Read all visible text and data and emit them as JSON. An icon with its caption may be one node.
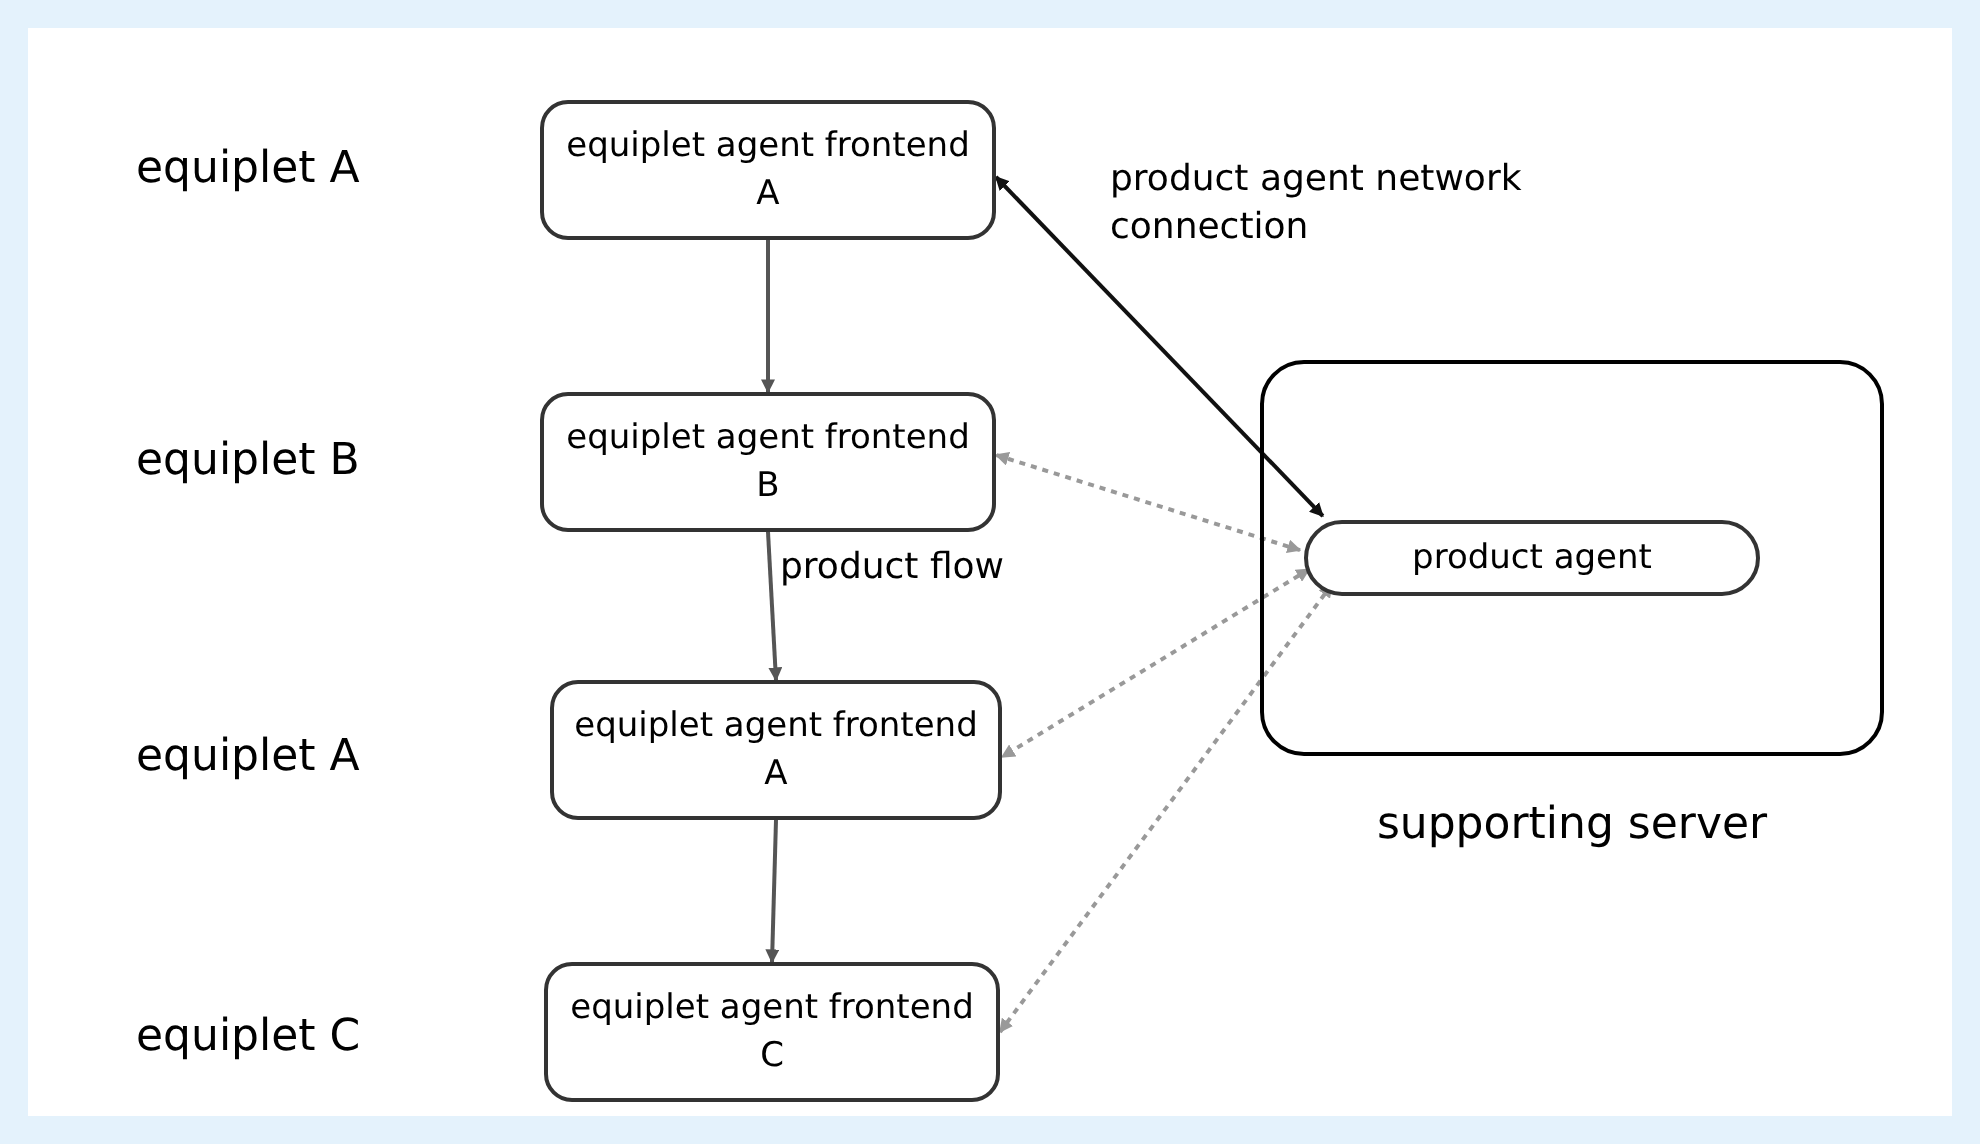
{
  "diagram": {
    "nodes": [
      {
        "text": [
          "equiplet agent frontend A"
        ]
      },
      {
        "text": [
          "equiplet agent frontend B"
        ]
      },
      {
        "text": [
          "equiplet agent frontend A"
        ]
      },
      {
        "text": [
          "equiplet agent frontend C"
        ]
      },
      {
        "text": [],
        "shape": "box",
        "beside": [
          "supporting server"
        ]
      },
      {
        "text": [
          "product agent"
        ],
        "in": 4
      }
    ],
    "edges": [
      {
        "from": 0,
        "to": 1,
        "arrow": "to"
      },
      {
        "from": 1,
        "to": 2,
        "arrow": "to",
        "label": "product flow"
      },
      {
        "from": 2,
        "to": 3,
        "arrow": "to"
      },
      {
        "from": 5,
        "to": 0,
        "arrow": "both",
        "label": "product agent network connection",
        "color": "#111111"
      },
      {
        "from": 5,
        "to": 1,
        "arrow": "both",
        "style": "dashed",
        "color": "#999999"
      },
      {
        "from": 5,
        "to": 2,
        "arrow": "both",
        "style": "dashed",
        "color": "#999999"
      },
      {
        "from": 5,
        "to": 3,
        "arrow": "both",
        "style": "dashed",
        "color": "#999999"
      }
    ],
    "labels": [
      "equiplet A",
      "equiplet B",
      "equiplet A",
      "equiplet C"
    ]
  }
}
